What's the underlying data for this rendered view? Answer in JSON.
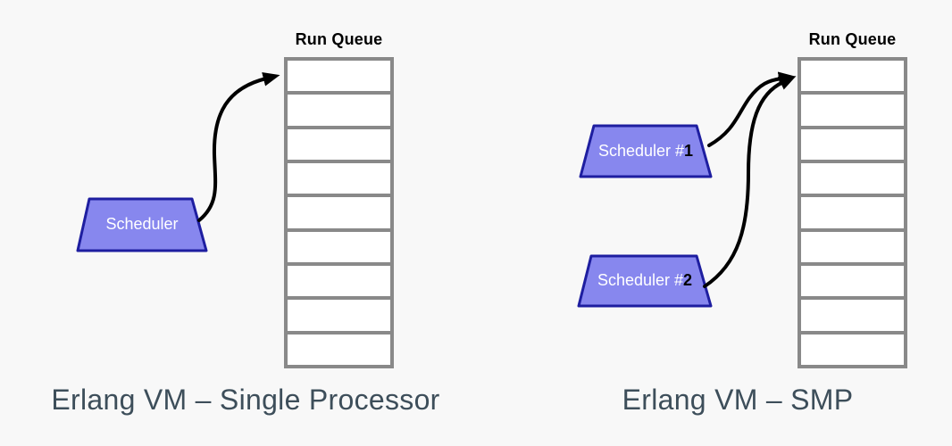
{
  "colors": {
    "background": "#f8f8f8",
    "queue_border": "#898989",
    "queue_cell_fill": "#ffffff",
    "scheduler_fill": "#8787ee",
    "scheduler_border": "#1e1ea0",
    "scheduler_text": "#ffffff",
    "scheduler_number_text": "#000000",
    "arrow": "#000000",
    "caption_text": "#3d4e5a",
    "queue_label_text": "#000000"
  },
  "left_panel": {
    "queue_label": "Run Queue",
    "queue_cells": 9,
    "scheduler": {
      "label": "Scheduler"
    },
    "caption": "Erlang VM – Single Processor"
  },
  "right_panel": {
    "queue_label": "Run Queue",
    "queue_cells": 9,
    "schedulers": [
      {
        "label_prefix": "Scheduler #",
        "number": "1"
      },
      {
        "label_prefix": "Scheduler #",
        "number": "2"
      }
    ],
    "caption": "Erlang VM – SMP"
  }
}
